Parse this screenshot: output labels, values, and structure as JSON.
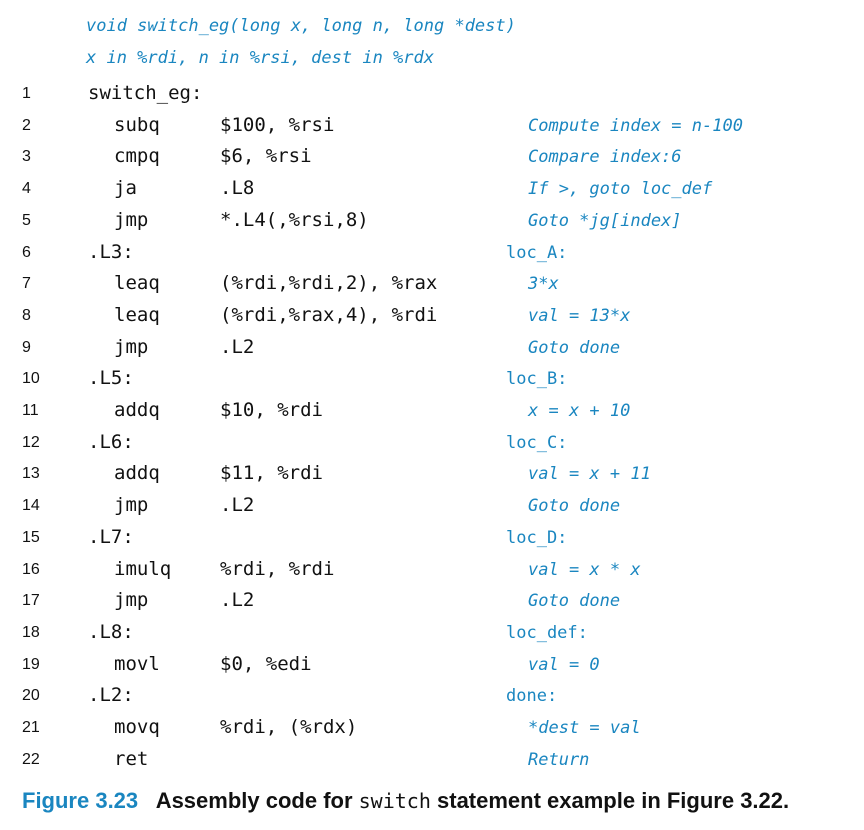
{
  "header": {
    "line1": "void switch_eg(long x, long n, long *dest)",
    "line2": "x in %rdi, n in %rsi, dest in %rdx"
  },
  "lines": [
    {
      "n": "1",
      "label": "switch_eg:",
      "instr": "",
      "ops": "",
      "comment": "",
      "ctype": "c"
    },
    {
      "n": "2",
      "label": "",
      "instr": "subq",
      "ops": "$100, %rsi",
      "comment": "Compute index = n-100",
      "ctype": "c"
    },
    {
      "n": "3",
      "label": "",
      "instr": "cmpq",
      "ops": "$6, %rsi",
      "comment": "Compare index:6",
      "ctype": "c"
    },
    {
      "n": "4",
      "label": "",
      "instr": "ja",
      "ops": ".L8",
      "comment": "If >, goto loc_def",
      "ctype": "c"
    },
    {
      "n": "5",
      "label": "",
      "instr": "jmp",
      "ops": "*.L4(,%rsi,8)",
      "comment": "Goto *jg[index]",
      "ctype": "c"
    },
    {
      "n": "6",
      "label": ".L3:",
      "instr": "",
      "ops": "",
      "comment": "loc_A:",
      "ctype": "l"
    },
    {
      "n": "7",
      "label": "",
      "instr": "leaq",
      "ops": "(%rdi,%rdi,2), %rax",
      "comment": "3*x",
      "ctype": "c"
    },
    {
      "n": "8",
      "label": "",
      "instr": "leaq",
      "ops": "(%rdi,%rax,4), %rdi",
      "comment": "val = 13*x",
      "ctype": "c"
    },
    {
      "n": "9",
      "label": "",
      "instr": "jmp",
      "ops": ".L2",
      "comment": "Goto done",
      "ctype": "c"
    },
    {
      "n": "10",
      "label": ".L5:",
      "instr": "",
      "ops": "",
      "comment": "loc_B:",
      "ctype": "l"
    },
    {
      "n": "11",
      "label": "",
      "instr": "addq",
      "ops": "$10, %rdi",
      "comment": "x = x + 10",
      "ctype": "c"
    },
    {
      "n": "12",
      "label": ".L6:",
      "instr": "",
      "ops": "",
      "comment": "loc_C:",
      "ctype": "l"
    },
    {
      "n": "13",
      "label": "",
      "instr": "addq",
      "ops": "$11, %rdi",
      "comment": "val = x + 11",
      "ctype": "c"
    },
    {
      "n": "14",
      "label": "",
      "instr": "jmp",
      "ops": ".L2",
      "comment": "Goto done",
      "ctype": "c"
    },
    {
      "n": "15",
      "label": ".L7:",
      "instr": "",
      "ops": "",
      "comment": "loc_D:",
      "ctype": "l"
    },
    {
      "n": "16",
      "label": "",
      "instr": "imulq",
      "ops": "%rdi, %rdi",
      "comment": "val = x * x",
      "ctype": "c"
    },
    {
      "n": "17",
      "label": "",
      "instr": "jmp",
      "ops": ".L2",
      "comment": "Goto done",
      "ctype": "c"
    },
    {
      "n": "18",
      "label": ".L8:",
      "instr": "",
      "ops": "",
      "comment": "loc_def:",
      "ctype": "l"
    },
    {
      "n": "19",
      "label": "",
      "instr": "movl",
      "ops": "$0, %edi",
      "comment": "val = 0",
      "ctype": "c"
    },
    {
      "n": "20",
      "label": ".L2:",
      "instr": "",
      "ops": "",
      "comment": "done:",
      "ctype": "l"
    },
    {
      "n": "21",
      "label": "",
      "instr": "movq",
      "ops": "%rdi, (%rdx)",
      "comment": "*dest = val",
      "ctype": "c"
    },
    {
      "n": "22",
      "label": "",
      "instr": "ret",
      "ops": "",
      "comment": "Return",
      "ctype": "c"
    }
  ],
  "caption": {
    "figure": "Figure 3.23",
    "text_before": "Assembly code for ",
    "code": "switch",
    "text_after": " statement example in Figure 3.22."
  },
  "colors": {
    "accent": "#1a86c0",
    "text": "#111111"
  }
}
